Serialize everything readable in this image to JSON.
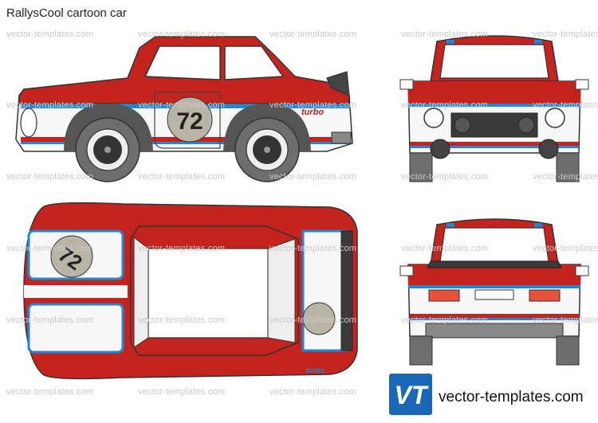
{
  "page": {
    "title": "RallysCool cartoon car"
  },
  "watermark": {
    "text": "vector-templates.com"
  },
  "car": {
    "race_number": "72",
    "decal_text": "turbo",
    "colors": {
      "body_red": "#c4241d",
      "body_white": "#f7f7f7",
      "stripe_blue": "#1e88d6",
      "tire_dark": "#6e6e6e",
      "glass": "#ffffff",
      "number_disc": "#b9b5a6",
      "outline": "#333333"
    }
  },
  "logo": {
    "text": "vector-templates.com",
    "mark": "VT",
    "color": "#1b67b7"
  }
}
